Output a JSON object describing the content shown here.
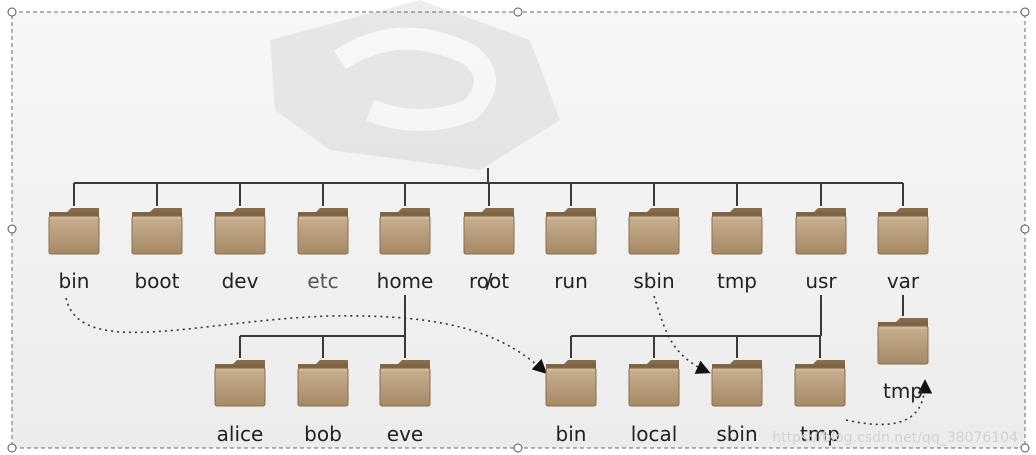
{
  "diagram": {
    "root": {
      "label": "/"
    },
    "top_level": [
      {
        "id": "bin",
        "label": "bin"
      },
      {
        "id": "boot",
        "label": "boot"
      },
      {
        "id": "dev",
        "label": "dev"
      },
      {
        "id": "etc",
        "label": "etc"
      },
      {
        "id": "home",
        "label": "home"
      },
      {
        "id": "root",
        "label": "root"
      },
      {
        "id": "run",
        "label": "run"
      },
      {
        "id": "sbin",
        "label": "sbin"
      },
      {
        "id": "tmp",
        "label": "tmp"
      },
      {
        "id": "usr",
        "label": "usr"
      },
      {
        "id": "var",
        "label": "var"
      }
    ],
    "home_children": [
      {
        "id": "alice",
        "label": "alice"
      },
      {
        "id": "bob",
        "label": "bob"
      },
      {
        "id": "eve",
        "label": "eve"
      }
    ],
    "usr_children": [
      {
        "id": "usr-bin",
        "label": "bin"
      },
      {
        "id": "usr-local",
        "label": "local"
      },
      {
        "id": "usr-sbin",
        "label": "sbin"
      },
      {
        "id": "usr-tmp",
        "label": "tmp"
      }
    ],
    "var_children": [
      {
        "id": "var-tmp",
        "label": "tmp"
      }
    ],
    "symlinks": [
      {
        "from": "bin",
        "to": "usr-bin"
      },
      {
        "from": "sbin",
        "to": "usr-sbin"
      },
      {
        "from": "usr-tmp",
        "to": "var-tmp"
      }
    ],
    "watermark": "https://blog.csdn.net/qq_38076104"
  },
  "colors": {
    "folder_body": "#b49a78",
    "folder_dark": "#7f6546",
    "line": "#3a3a3a",
    "background": "#f0f0f0"
  }
}
